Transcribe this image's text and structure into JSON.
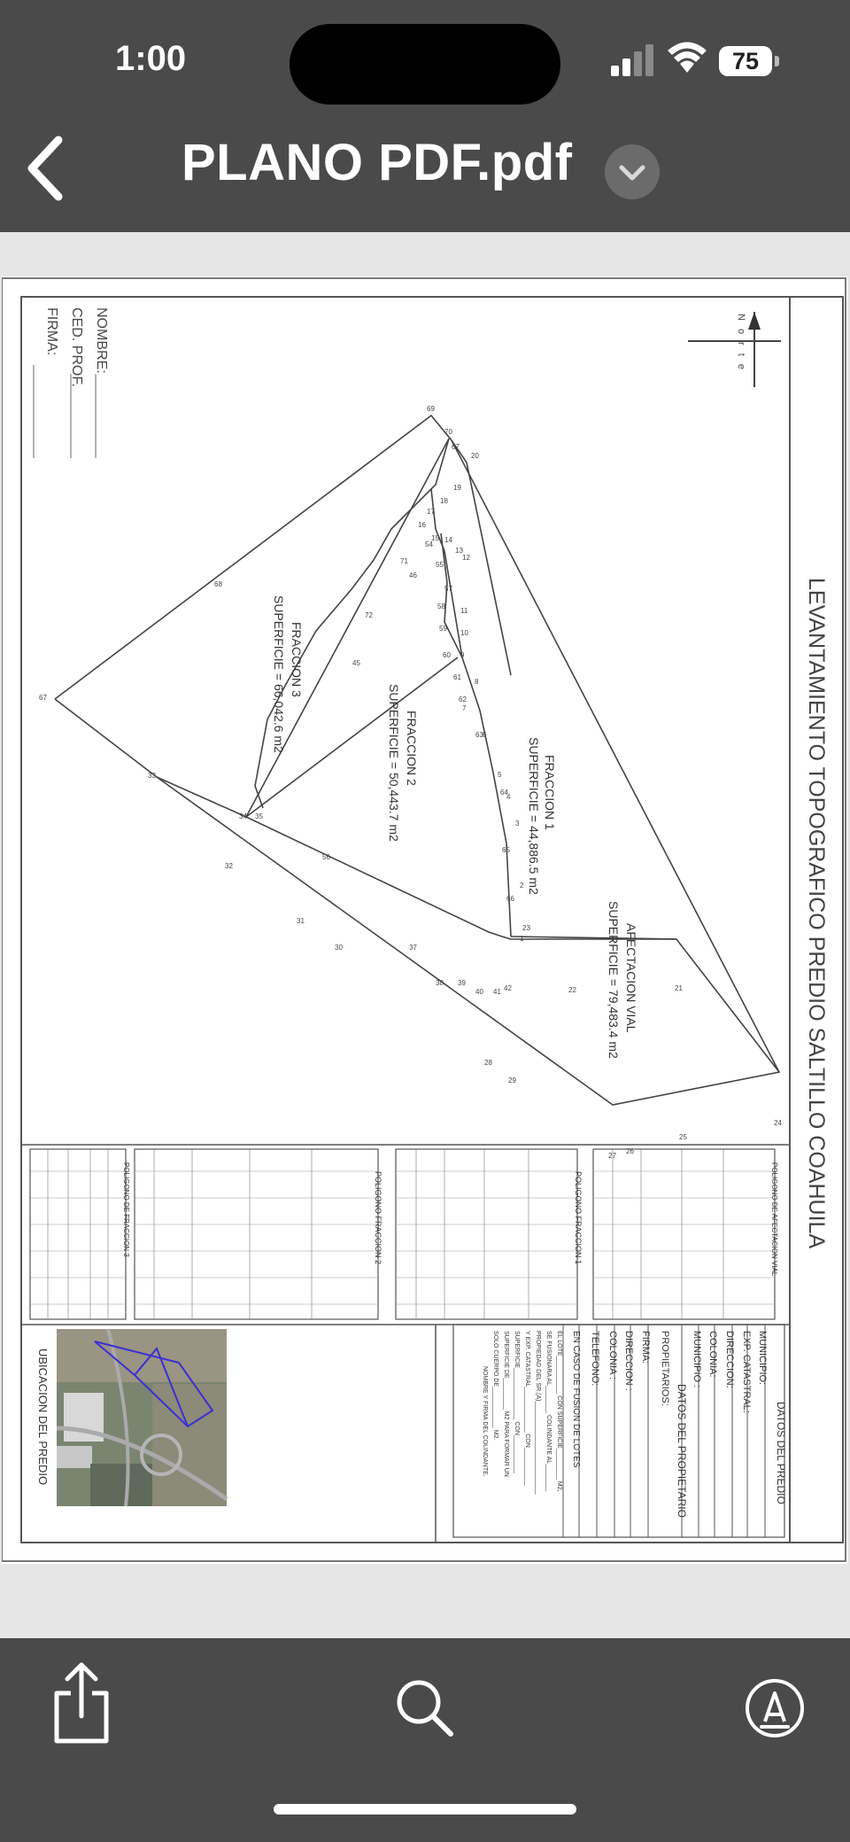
{
  "status": {
    "time": "1:00",
    "battery": "75"
  },
  "nav": {
    "title": "PLANO PDF.pdf"
  },
  "plan": {
    "title": "LEVANTAMIENTO  TOPOGRAFICO  PREDIO  SALTILLO  COAHUILA",
    "north": "Norte",
    "sign": {
      "nombre": "NOMBRE:",
      "ced": "CED. PROF.",
      "firma": "FIRMA:"
    },
    "fractions": [
      {
        "name": "FRACCION  1",
        "area": "SUPERFICIE  =  44,886.5  m2"
      },
      {
        "name": "FRACCION  2",
        "area": "SUPERFICIE  =  50,443.7  m2"
      },
      {
        "name": "FRACCION  3",
        "area": "SUPERFICIE  =  66,042.6  m2"
      },
      {
        "name": "AFECTACION  VIAL",
        "area": "SUPERFICIE  =  79,483.4  m2"
      }
    ],
    "tables": [
      {
        "title": "POLIGONO  DE  AFECTACION  VIAL"
      },
      {
        "title": "POLIGONO  FRACCION  1"
      },
      {
        "title": "POLIGONO  FRACCION  2"
      },
      {
        "title": "POLIGONO  DE  FRACCION  3"
      }
    ],
    "datos_predio": {
      "title": "DATOS   DEL   PREDIO",
      "municipio": "MUNICIPIO:",
      "exp": "EXP.  CATASTRAL:",
      "direccion": "DIRECCION:"
    },
    "datos_propietario": {
      "colonia": "COLONIA:",
      "municipio": "MUNICIPIO :",
      "title": "DATOS   DEL   PROPIETARIO",
      "propietarios": "PROPIETARIOS:",
      "firma": "FIRMA:",
      "direccion": "DIRECCION :",
      "colonia2": "COLONIA :",
      "telefono": "TELEFONO:",
      "fusion_title": "EN   CASO   DE   FUSION   DE   LOTES",
      "fusion_1": "EL  LOTE___________  CON  SUPERFICIE_________  M2,",
      "fusion_2": "SE  FUSIONARA  AL________  COLINDANTE  AL________",
      "fusion_3": "PROPIEDAD  DEL  SR.(A)___________________________",
      "fusion_4": "Y  EXP.  CATASTRAL_____________  CON___________",
      "fusion_5": "SUPERFICIE_______________  CON___________",
      "fusion_6": "SUPERFICIE  DE_________  M2  PARA  FORMAR  UN",
      "fusion_7": "SOLO  CUERPO  DE____________  M2.",
      "fusion_8": "NOMBRE  Y  FIRMA  DEL  COLINDANTE."
    },
    "ubicacion": "UBICACION  DEL  PREDIO",
    "vertex_labels": [
      "69",
      "70",
      "67",
      "68",
      "71",
      "72",
      "46",
      "45",
      "34",
      "35",
      "33",
      "32",
      "56",
      "31",
      "30",
      "37",
      "38",
      "39",
      "40",
      "41",
      "42",
      "22",
      "21",
      "20",
      "24",
      "25",
      "26",
      "27",
      "28",
      "29",
      "19",
      "18",
      "17",
      "16",
      "15",
      "14",
      "13",
      "12",
      "11",
      "10",
      "9",
      "8",
      "7",
      "6",
      "5",
      "4",
      "3",
      "2",
      "1",
      "23",
      "54",
      "55",
      "57",
      "58",
      "59",
      "60",
      "61",
      "62",
      "63",
      "64",
      "65",
      "66"
    ]
  },
  "toolbar": {
    "share": "share-icon",
    "search": "search-icon",
    "markup": "markup-icon"
  },
  "colors": {
    "bars": "#4a4a4a",
    "page": "#e6e6e6",
    "sheet": "#ffffff",
    "ink": "#333333",
    "polygon": "#3b2fd6"
  }
}
